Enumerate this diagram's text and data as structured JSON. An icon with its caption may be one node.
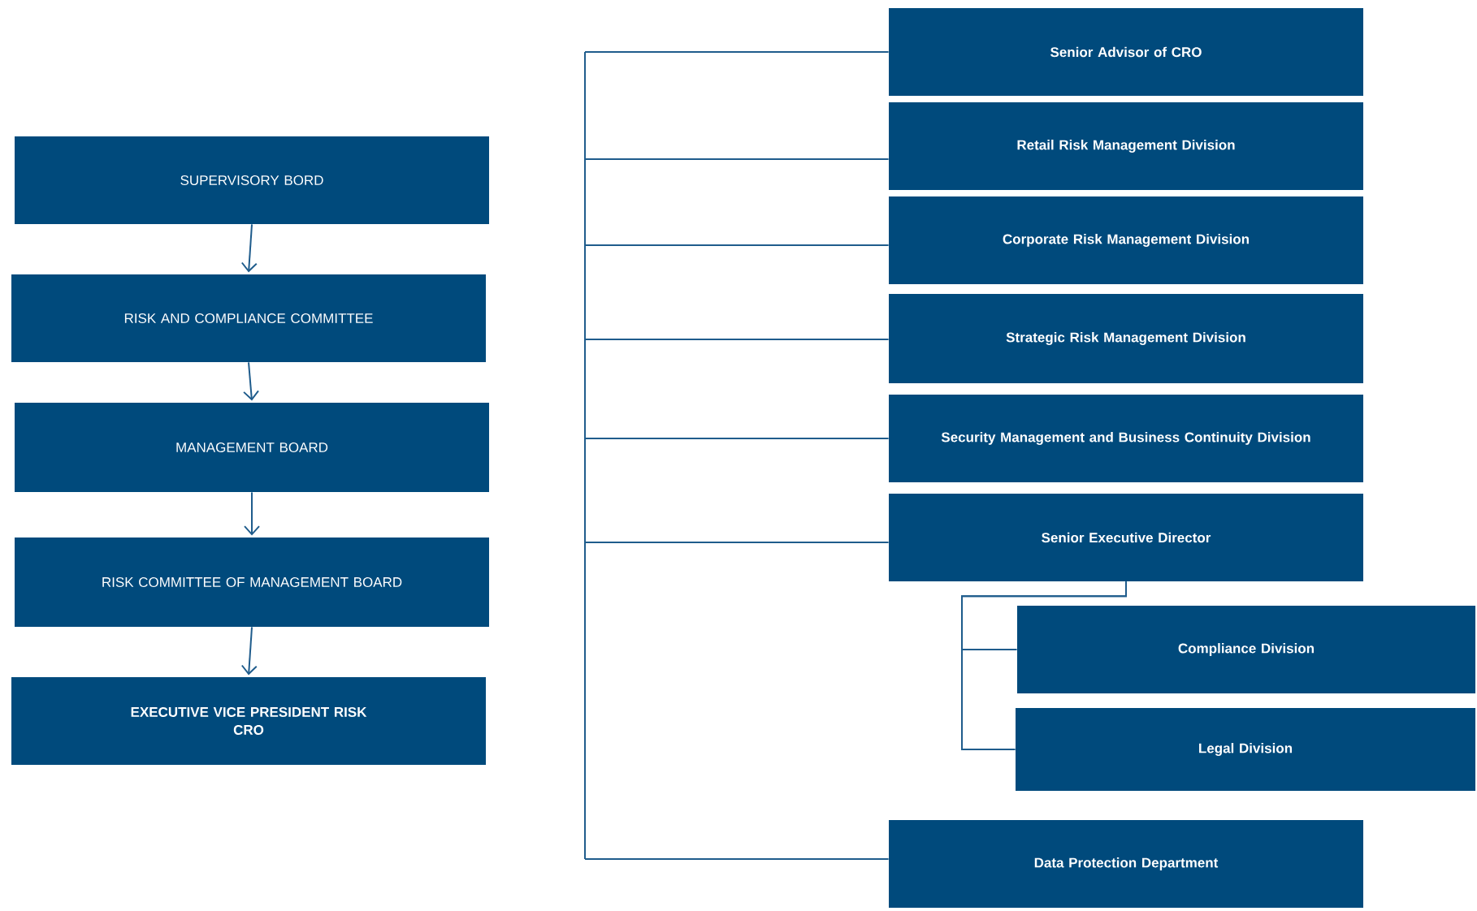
{
  "diagram": {
    "nodes": [
      {
        "text": [
          "SUPERVISORY BORD"
        ]
      },
      {
        "text": [
          "RISK AND COMPLIANCE COMMITTEE"
        ]
      },
      {
        "text": [
          "MANAGEMENT  BOARD"
        ]
      },
      {
        "text": [
          "RISK COMMITTEE  OF MANAGEMENT BOARD"
        ]
      },
      {
        "text": [
          "EXECUTIVE VICE  PRESIDENT RISK",
          "CRO"
        ]
      },
      {
        "text": [
          "Senior Advisor of CRO"
        ]
      },
      {
        "text": [
          "Retail Risk Management Division"
        ]
      },
      {
        "text": [
          "Corporate Risk Management Division"
        ]
      },
      {
        "text": [
          "Strategic Risk Management Division"
        ]
      },
      {
        "text": [
          "Security Management  and Business Continuity Division"
        ]
      },
      {
        "text": [
          "Senior Executive Director"
        ]
      },
      {
        "text": [
          "Compliance Division"
        ]
      },
      {
        "text": [
          "Legal Division"
        ]
      },
      {
        "text": [
          "Data Protection Department"
        ]
      }
    ],
    "edges": [
      {
        "from": 0,
        "to": 1,
        "arrow": "to"
      },
      {
        "from": 1,
        "to": 2,
        "arrow": "to"
      },
      {
        "from": 2,
        "to": 3,
        "arrow": "to"
      },
      {
        "from": 3,
        "to": 4,
        "arrow": "to"
      },
      {
        "from": null,
        "to": 5,
        "arrow": "none"
      },
      {
        "from": null,
        "to": 6,
        "arrow": "none"
      },
      {
        "from": null,
        "to": 7,
        "arrow": "none"
      },
      {
        "from": null,
        "to": 8,
        "arrow": "none"
      },
      {
        "from": null,
        "to": 9,
        "arrow": "none"
      },
      {
        "from": null,
        "to": 10,
        "arrow": "none"
      },
      {
        "from": null,
        "to": 13,
        "arrow": "none"
      },
      {
        "from": 10,
        "to": 11,
        "arrow": "none"
      },
      {
        "from": 10,
        "to": 12,
        "arrow": "none"
      }
    ]
  }
}
